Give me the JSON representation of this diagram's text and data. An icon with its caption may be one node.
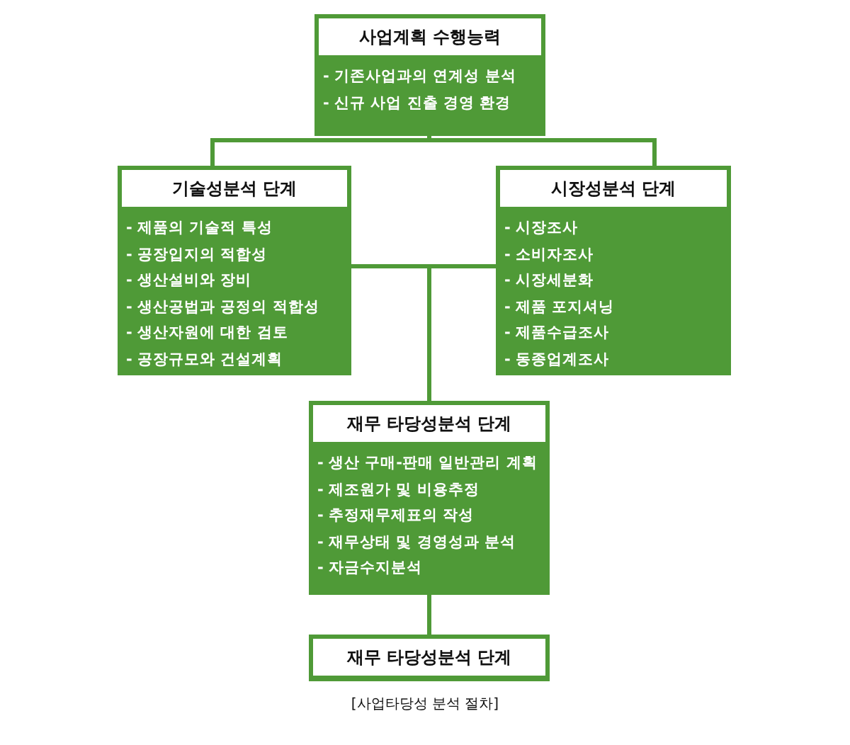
{
  "diagram": {
    "nodes": [
      {
        "text": [
          "사업계획 수행능력",
          "- 기존사업과의 연계성 분석",
          "- 신규 사업 진출 경영 환경"
        ]
      },
      {
        "text": [
          "기술성분석 단계",
          "- 제품의 기술적 특성",
          "- 공장입지의 적합성",
          "- 생산설비와 장비",
          "- 생산공법과 공정의 적합성",
          "- 생산자원에 대한 검토",
          "- 공장규모와 건설계획"
        ]
      },
      {
        "text": [
          "시장성분석 단계",
          "- 시장조사",
          "- 소비자조사",
          "- 시장세분화",
          "- 제품 포지셔닝",
          "- 제품수급조사",
          "- 동종업계조사"
        ]
      },
      {
        "text": [
          "재무 타당성분석 단계",
          "- 생산 구매-판매 일반관리 계획",
          "- 제조원가 및 비용추정",
          "- 추정재무제표의 작성",
          "- 재무상태 및 경영성과 분석",
          "- 자금수지분석"
        ]
      },
      {
        "text": [
          "재무 타당성분석 단계"
        ]
      }
    ],
    "edges": [
      {
        "from": 0,
        "to": 1,
        "arrow": "none"
      },
      {
        "from": 0,
        "to": 2,
        "arrow": "none"
      },
      {
        "from": 1,
        "to": 3,
        "arrow": "none"
      },
      {
        "from": 2,
        "to": 3,
        "arrow": "none"
      },
      {
        "from": 3,
        "to": 4,
        "arrow": "none"
      }
    ],
    "caption": "[사업타당성 분석 절차]"
  }
}
